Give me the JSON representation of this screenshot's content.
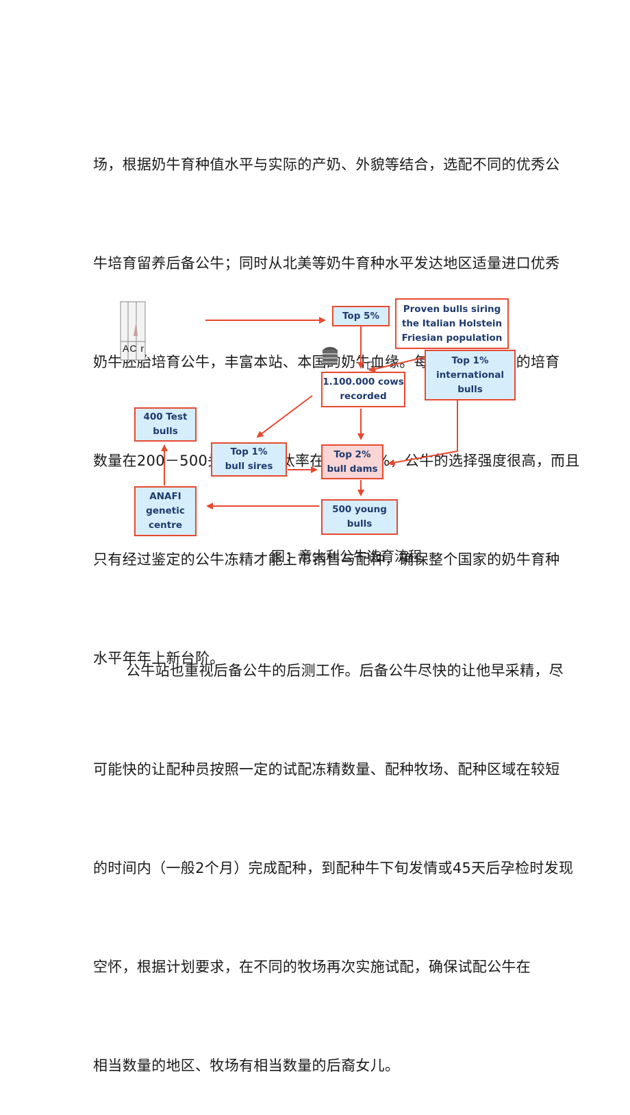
{
  "paragraph1": {
    "lines": [
      "场，根据奶牛育种值水平与实际的产奶、外貌等结合，选配不同的优秀公",
      "牛培育留养后备公牛；同时从北美等奶牛育种水平发达地区适量进口优秀",
      "奶牛胚胎培育公牛，丰富本站、本国的奶牛血缘。每个公牛站每年的培育",
      "数量在200－500头不等，淘汰率在80－90%，公牛的选择强度很高，而且",
      "只有经过鉴定的公牛冻精才能上市销售与配种，确保整个国家的奶牛育种",
      "水平年年上新台阶。"
    ]
  },
  "diagram": {
    "top5": "Top 5%",
    "proven": "Proven bulls siring\nthe Italian Holstein\nFriesian population",
    "top1_intl": "Top 1%\ninternational\nbulls",
    "cows": "1.100.000 cows\nrecorded",
    "test_bulls": "400   Test\nbulls",
    "top1_sires": "Top 1%\nbull sires",
    "top2_dams": "Top 2%\nbull dams",
    "anafi": "ANAFI\ngenetic\ncentre",
    "young_bulls": "500   young\nbulls",
    "fragment_text": "AC r"
  },
  "caption": "图：意大利公牛选育流程",
  "paragraph2": {
    "lines": [
      "公牛站也重视后备公牛的后测工作。后备公牛尽快的让他早采精，尽",
      "可能快的让配种员按照一定的试配冻精数量、配种牧场、配种区域在较短",
      "的时间内（一般2个月）完成配种，到配种牛下旬发情或45天后孕检时发现",
      "空怀，根据计划要求，在不同的牧场再次实施试配，确保试配公牛在",
      "相当数量的地区、牧场有相当数量的后裔女儿。"
    ]
  },
  "colors": {
    "arrow": "#e8482e",
    "box_fill": "#d6eefc",
    "box_text": "#1f3a6e",
    "pink_fill": "#f9d5d5"
  }
}
